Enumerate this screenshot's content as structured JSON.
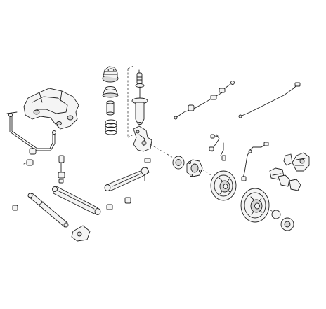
{
  "diagram": {
    "type": "exploded-parts-view",
    "colors": {
      "line": "#222222",
      "fill": "#f4f4f4",
      "shade": "#d8d8d8",
      "background": "#ffffff"
    },
    "parts": [
      {
        "id": "stabilizer-bar"
      },
      {
        "id": "stabilizer-bushing"
      },
      {
        "id": "stabilizer-link"
      },
      {
        "id": "subframe"
      },
      {
        "id": "control-arm-long"
      },
      {
        "id": "shock-absorber-rear"
      },
      {
        "id": "trailing-arm"
      },
      {
        "id": "tie-rod-link"
      },
      {
        "id": "strut-top-mount"
      },
      {
        "id": "bump-stop"
      },
      {
        "id": "dust-boot"
      },
      {
        "id": "coil-spring"
      },
      {
        "id": "shock-absorber-front"
      },
      {
        "id": "steering-knuckle"
      },
      {
        "id": "wheel-bearing"
      },
      {
        "id": "wheel-hub"
      },
      {
        "id": "brake-disc-rear"
      },
      {
        "id": "brake-disc-front"
      },
      {
        "id": "brake-hose"
      },
      {
        "id": "abs-sensor"
      },
      {
        "id": "handbrake-cable-left"
      },
      {
        "id": "handbrake-cable-right"
      },
      {
        "id": "brake-caliper"
      },
      {
        "id": "brake-pads"
      },
      {
        "id": "hub-cap"
      }
    ]
  }
}
